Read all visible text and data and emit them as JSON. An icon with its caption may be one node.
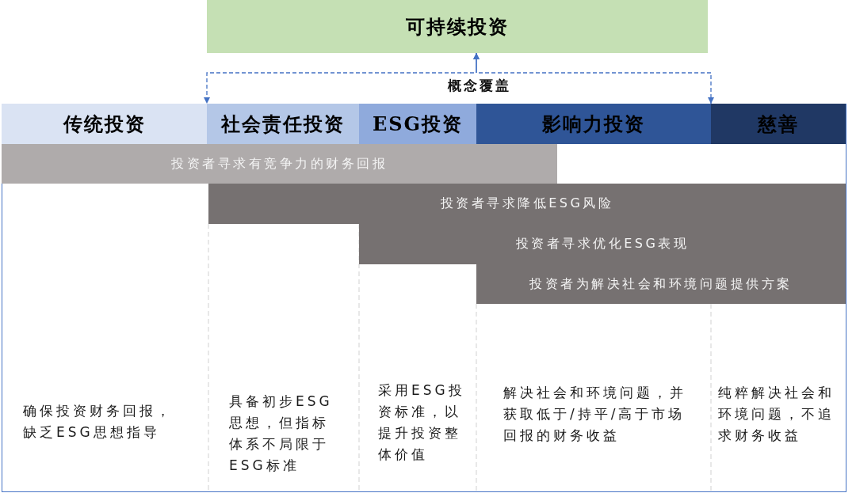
{
  "diagram": {
    "nodes": [
      {
        "text": [
          "可持续投资"
        ]
      },
      {
        "text": [
          "传统投资"
        ]
      },
      {
        "text": [
          "社会责任投资"
        ]
      },
      {
        "text": [
          "ESG投资"
        ]
      },
      {
        "text": [
          "影响力投资"
        ]
      },
      {
        "text": [
          "慈善"
        ]
      },
      {
        "text": [
          "投资者寻求有竞争力的财务回报"
        ]
      },
      {
        "text": [
          "投资者寻求降低ESG风险"
        ]
      },
      {
        "text": [
          "投资者寻求优化ESG表现"
        ]
      },
      {
        "text": [
          "投资者为解决社会和环境问题提供方案"
        ]
      }
    ],
    "edges": [
      {
        "from": 0,
        "to": 2,
        "arrow": "both",
        "style": "dashed",
        "label": "概念覆盖"
      },
      {
        "from": 0,
        "to": 4,
        "arrow": "both",
        "style": "dashed"
      }
    ],
    "labels": [
      "确保投资财务回报，缺乏ESG思想指导",
      "具备初步ESG思想，但指标体系不局限于ESG标准",
      "采用ESG投资标准，以提升投资整体价值",
      "解决社会和环境问题，并获取低于/持平/高于市场回报的财务收益",
      "纯粹解决社会和环境问题，不追求财务收益"
    ]
  }
}
